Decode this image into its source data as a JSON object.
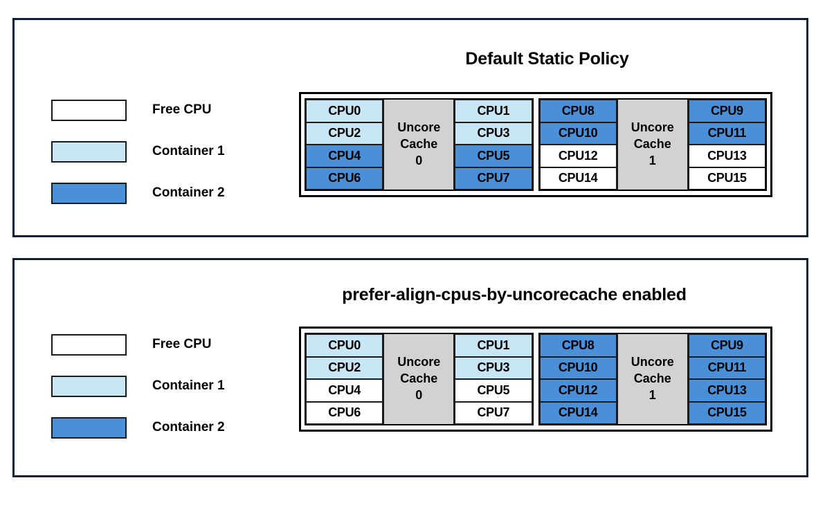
{
  "colors": {
    "free_cpu": "#ffffff",
    "container1": "#c9e6f7",
    "container2": "#4a90d9",
    "cache": "#d2d2d2",
    "frame": "#0d2033",
    "outline": "#1a1a1a"
  },
  "legend": {
    "items": [
      {
        "label": "Free CPU",
        "fill": "free_cpu"
      },
      {
        "label": "Container 1",
        "fill": "container1"
      },
      {
        "label": "Container 2",
        "fill": "container2"
      }
    ]
  },
  "panels": [
    {
      "id": "panel-top",
      "title": "Default Static Policy",
      "legend": {
        "items": [
          {
            "label": "Free CPU",
            "fill": "free_cpu"
          },
          {
            "label": "Container 1",
            "fill": "container1"
          },
          {
            "label": "Container 2",
            "fill": "container2"
          }
        ]
      },
      "cache_groups": [
        {
          "cache_label_line1": "Uncore",
          "cache_label_line2": "Cache",
          "cache_label_line3": "0",
          "left_column": [
            {
              "label": "CPU0",
              "fill": "container1"
            },
            {
              "label": "CPU2",
              "fill": "container1"
            },
            {
              "label": "CPU4",
              "fill": "container2"
            },
            {
              "label": "CPU6",
              "fill": "container2"
            }
          ],
          "right_column": [
            {
              "label": "CPU1",
              "fill": "container1"
            },
            {
              "label": "CPU3",
              "fill": "container1"
            },
            {
              "label": "CPU5",
              "fill": "container2"
            },
            {
              "label": "CPU7",
              "fill": "container2"
            }
          ]
        },
        {
          "cache_label_line1": "Uncore",
          "cache_label_line2": "Cache",
          "cache_label_line3": "1",
          "left_column": [
            {
              "label": "CPU8",
              "fill": "container2"
            },
            {
              "label": "CPU10",
              "fill": "container2"
            },
            {
              "label": "CPU12",
              "fill": "free_cpu"
            },
            {
              "label": "CPU14",
              "fill": "free_cpu"
            }
          ],
          "right_column": [
            {
              "label": "CPU9",
              "fill": "container2"
            },
            {
              "label": "CPU11",
              "fill": "container2"
            },
            {
              "label": "CPU13",
              "fill": "free_cpu"
            },
            {
              "label": "CPU15",
              "fill": "free_cpu"
            }
          ]
        }
      ]
    },
    {
      "id": "panel-bottom",
      "title": "prefer-align-cpus-by-uncorecache enabled",
      "legend": {
        "items": [
          {
            "label": "Free CPU",
            "fill": "free_cpu"
          },
          {
            "label": "Container 1",
            "fill": "container1"
          },
          {
            "label": "Container 2",
            "fill": "container2"
          }
        ]
      },
      "cache_groups": [
        {
          "cache_label_line1": "Uncore",
          "cache_label_line2": "Cache",
          "cache_label_line3": "0",
          "left_column": [
            {
              "label": "CPU0",
              "fill": "container1"
            },
            {
              "label": "CPU2",
              "fill": "container1"
            },
            {
              "label": "CPU4",
              "fill": "free_cpu"
            },
            {
              "label": "CPU6",
              "fill": "free_cpu"
            }
          ],
          "right_column": [
            {
              "label": "CPU1",
              "fill": "container1"
            },
            {
              "label": "CPU3",
              "fill": "container1"
            },
            {
              "label": "CPU5",
              "fill": "free_cpu"
            },
            {
              "label": "CPU7",
              "fill": "free_cpu"
            }
          ]
        },
        {
          "cache_label_line1": "Uncore",
          "cache_label_line2": "Cache",
          "cache_label_line3": "1",
          "left_column": [
            {
              "label": "CPU8",
              "fill": "container2"
            },
            {
              "label": "CPU10",
              "fill": "container2"
            },
            {
              "label": "CPU12",
              "fill": "container2"
            },
            {
              "label": "CPU14",
              "fill": "container2"
            }
          ],
          "right_column": [
            {
              "label": "CPU9",
              "fill": "container2"
            },
            {
              "label": "CPU11",
              "fill": "container2"
            },
            {
              "label": "CPU13",
              "fill": "container2"
            },
            {
              "label": "CPU15",
              "fill": "container2"
            }
          ]
        }
      ]
    }
  ]
}
